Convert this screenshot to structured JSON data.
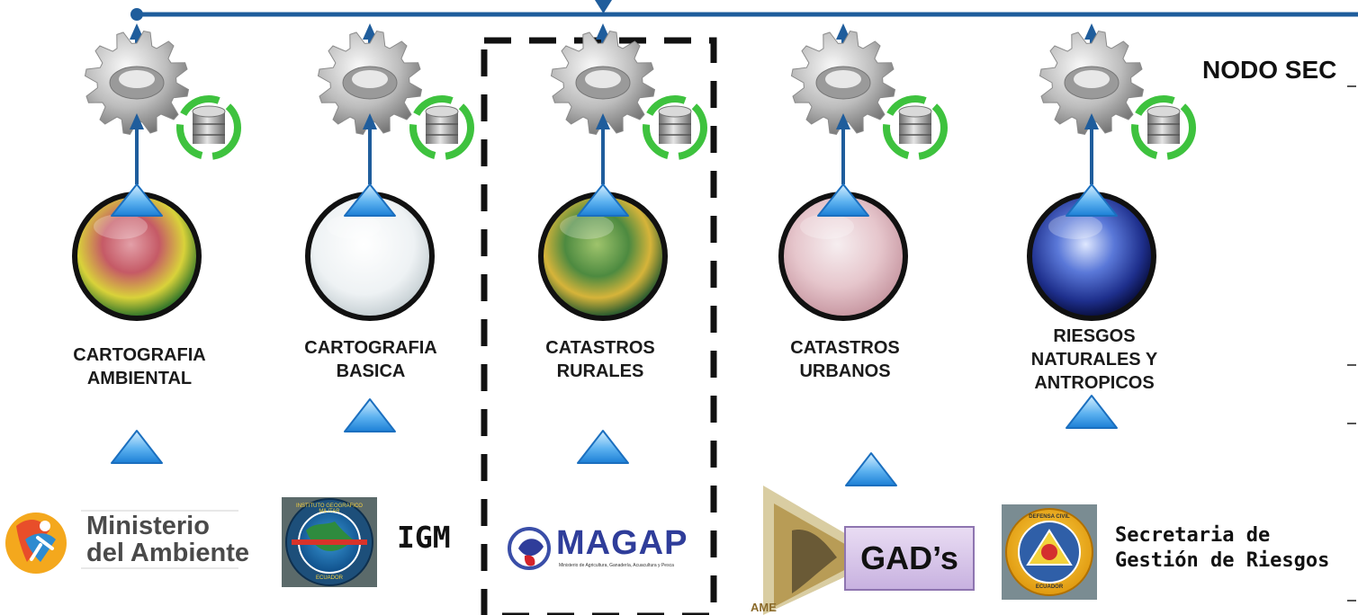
{
  "node_title": "NODO SEC",
  "colors": {
    "line": "#1f5d9c",
    "arrow": "#2e7cc0",
    "triangle_top": "#bfe4ff",
    "triangle_bottom": "#2b8fe0",
    "dashed_border": "#111111"
  },
  "columns": [
    {
      "label": "CARTOGRAFIA\nAMBIENTAL",
      "icon": "environmental-map-globe"
    },
    {
      "label": "CARTOGRAFIA\nBASICA",
      "icon": "basic-map-globe"
    },
    {
      "label": "CATASTROS\nRURALES",
      "icon": "rural-cadastre-globe"
    },
    {
      "label": "CATASTROS\nURBANOS",
      "icon": "urban-cadastre-globe"
    },
    {
      "label": "RIESGOS\nNATURALES Y\nANTROPICOS",
      "icon": "earth-globe"
    }
  ],
  "organizations": {
    "ministerio": {
      "line1": "Ministerio",
      "line2": "del Ambiente"
    },
    "igm": {
      "name": "IGM",
      "seal_text": "INSTITUTO GEOGRAFICO MILITAR",
      "seal_bottom": "ECUADOR"
    },
    "magap": {
      "name": "MAGAP",
      "tagline": "Ministerio de Agricultura, Ganadería, Acuacultura y Pesca"
    },
    "ame": {
      "name": "AME"
    },
    "gads": {
      "name": "GAD’s"
    },
    "sgr": {
      "line1": "Secretaria de",
      "line2": "Gestión de Riesgos",
      "seal_top": "DEFENSA CIVIL",
      "seal_bottom": "ECUADOR"
    }
  }
}
